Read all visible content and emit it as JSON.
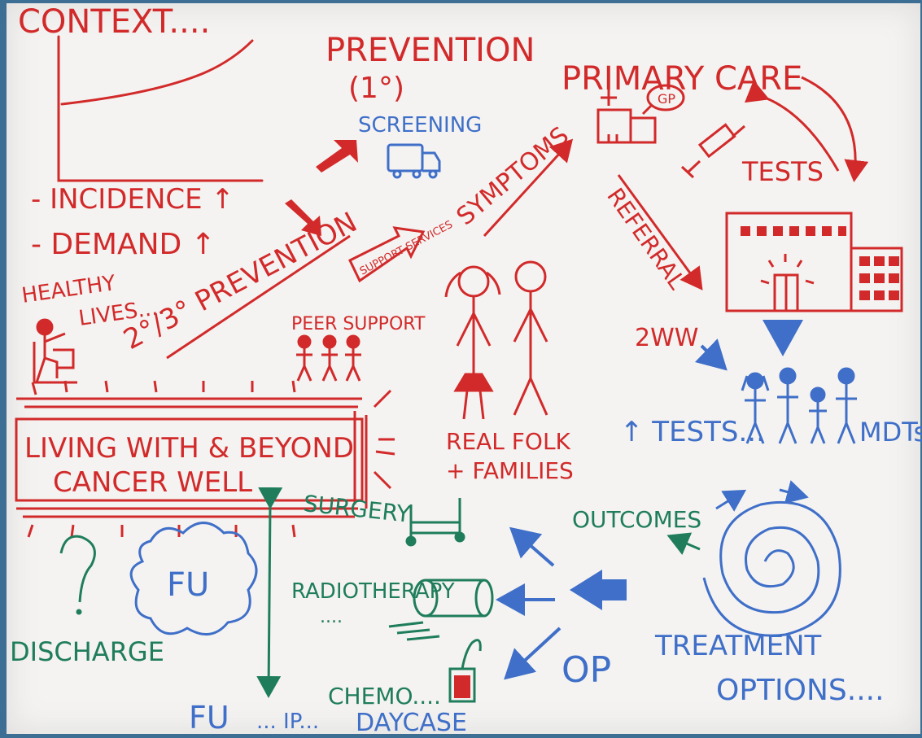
{
  "labels": {
    "context": "CONTEXT....",
    "incidence": "- INCIDENCE ↑",
    "demand": "- DEMAND ↑",
    "healthy_lives_1": "HEALTHY",
    "healthy_lives_2": "LIVES....",
    "prevention_title": "PREVENTION",
    "prevention_primary": "(1°)",
    "screening": "SCREENING",
    "secondary_prevention": "2°/3° PREVENTION",
    "support_services": "SUPPORT SERVICES",
    "peer_support": "PEER SUPPORT",
    "symptoms": "SYMPTOMS",
    "primary_care": "PRIMARY CARE",
    "gp": "GP",
    "tests_top": "TESTS",
    "referral": "REFERRAL",
    "two_ww": "2WW",
    "real_folk_1": "REAL FOLK",
    "real_folk_2": "+ FAMILIES",
    "tests_mdts_left": "↑ TESTS...",
    "mdts": "MDTs",
    "living_with_1": "LIVING WITH & BEYOND",
    "living_with_2": "CANCER WELL",
    "surgery": "SURGERY",
    "outcomes": "OUTCOMES",
    "radiotherapy": "RADIOTHERAPY",
    "discharge": "DISCHARGE",
    "fu_cloud": "FU",
    "chemo": "CHEMO....",
    "op": "OP",
    "treatment_1": "TREATMENT",
    "treatment_2": "OPTIONS....",
    "fu_bottom": "FU",
    "ip": "... IP...",
    "daycase": "DAYCASE"
  },
  "colors": {
    "red": "#d22a2a",
    "blue": "#3f6fc8",
    "green": "#1f7d5c",
    "paper": "#f4f3f1",
    "background": "#3c6f93"
  }
}
